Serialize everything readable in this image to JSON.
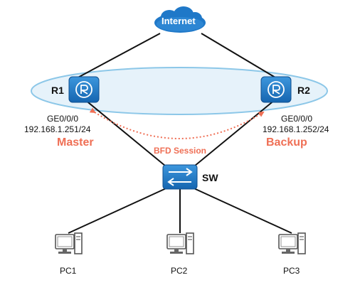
{
  "internet": {
    "label": "Internet"
  },
  "routers": [
    {
      "name": "R1",
      "interface": "GE0/0/0",
      "ip": "192.168.1.251/24",
      "role": "Master"
    },
    {
      "name": "R2",
      "interface": "GE0/0/0",
      "ip": "192.168.1.252/24",
      "role": "Backup"
    }
  ],
  "session": {
    "label": "BFD Session"
  },
  "switch": {
    "name": "SW"
  },
  "hosts": [
    {
      "name": "PC1"
    },
    {
      "name": "PC2"
    },
    {
      "name": "PC3"
    }
  ],
  "colors": {
    "device_blue": "#1f78c8",
    "accent_red": "#ef6f55",
    "vrrp_group_fill": "#e6f2fa",
    "vrrp_group_stroke": "#8cc7e8"
  }
}
